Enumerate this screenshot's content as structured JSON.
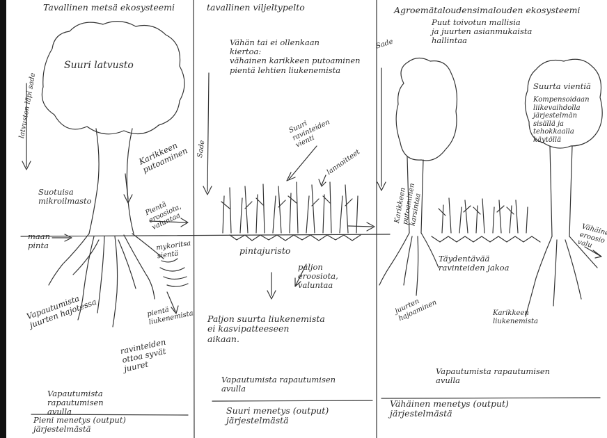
{
  "columns": {
    "natural_forest": {
      "heading": "Tavallinen metsä ekosysteemi",
      "canopy": "Suuri latvusto",
      "throughfall": "latvuston läpi sade",
      "microclimate": [
        "Suotuisa",
        "mikroilmasto"
      ],
      "litterfall": [
        "Karikkeen",
        "putoaminen"
      ],
      "ground": [
        "maan",
        "pinta"
      ],
      "small_erosion": [
        "Pientä",
        "eroosiota,",
        "valuntaa"
      ],
      "mycorrhiza": [
        "mykoritsa",
        "sientä"
      ],
      "small_leaching": [
        "pientä",
        "liukenemista"
      ],
      "root_release": [
        "Vapautumista",
        "juurten hajotessa"
      ],
      "deep_roots": [
        "ravinteiden",
        "ottoa syvät",
        "juuret"
      ],
      "weathering": [
        "Vapautumista",
        "rapautumisen",
        "avulla"
      ],
      "output": [
        "Pieni menetys (output)",
        "järjestelmästä"
      ]
    },
    "crop_field": {
      "heading": "tavallinen viljeltypelto",
      "rain": "Sade",
      "little_cycling": [
        "Vähän tai ei ollenkaan",
        "kiertoa:",
        "vähainen karikkeen putoaminen",
        "pientä lehtien liukenemista"
      ],
      "harvest": [
        "Suuri",
        "ravinteiden",
        "vienti"
      ],
      "grains": "lannoitteet",
      "surface_runoff": "pintajuristo",
      "erosion": [
        "paljon",
        "eroosiota,",
        "valuntaa"
      ],
      "leaching": [
        "Paljon suurta liukenemista",
        "ei kasvipatteeseen",
        "aikaan."
      ],
      "weathering": [
        "Vapautumista rapautumisen",
        "avulla"
      ],
      "output": [
        "Suuri menetys (output)",
        "järjestelmästä"
      ]
    },
    "agroforestry": {
      "heading": "Agroemätaloudensimalouden ekosysteemi",
      "subtitle": [
        "Puut toivotun mallisia",
        "ja juurten asianmukaista",
        "hallintaa"
      ],
      "rain": "Sade",
      "litter_pruning": [
        "Karikkeen",
        "putoaminen",
        "karsintaa"
      ],
      "big_export": "Suurta vientiä",
      "compensated": [
        "Kompensoidaan",
        "liikevaihdolla",
        "järjestelmän",
        "sisällä ja",
        "tehokkaalla",
        "käytöllä"
      ],
      "small_erosion": [
        "Vähäinen",
        "eroosio",
        "valu"
      ],
      "supplementary": [
        "Täydentävää",
        "ravinteiden jakoa"
      ],
      "root_decay": [
        "juurten",
        "hajoaminen"
      ],
      "litter_leaching": [
        "Karikkeen",
        "liukenemista"
      ],
      "weathering": [
        "Vapautumista rapautumisen",
        "avulla"
      ],
      "output": [
        "Vähäinen menetys (output)",
        "järjestelmästä"
      ]
    }
  },
  "colors": {
    "ink": "#2b2b2b",
    "paper": "#ffffff",
    "frame": "#111111"
  }
}
